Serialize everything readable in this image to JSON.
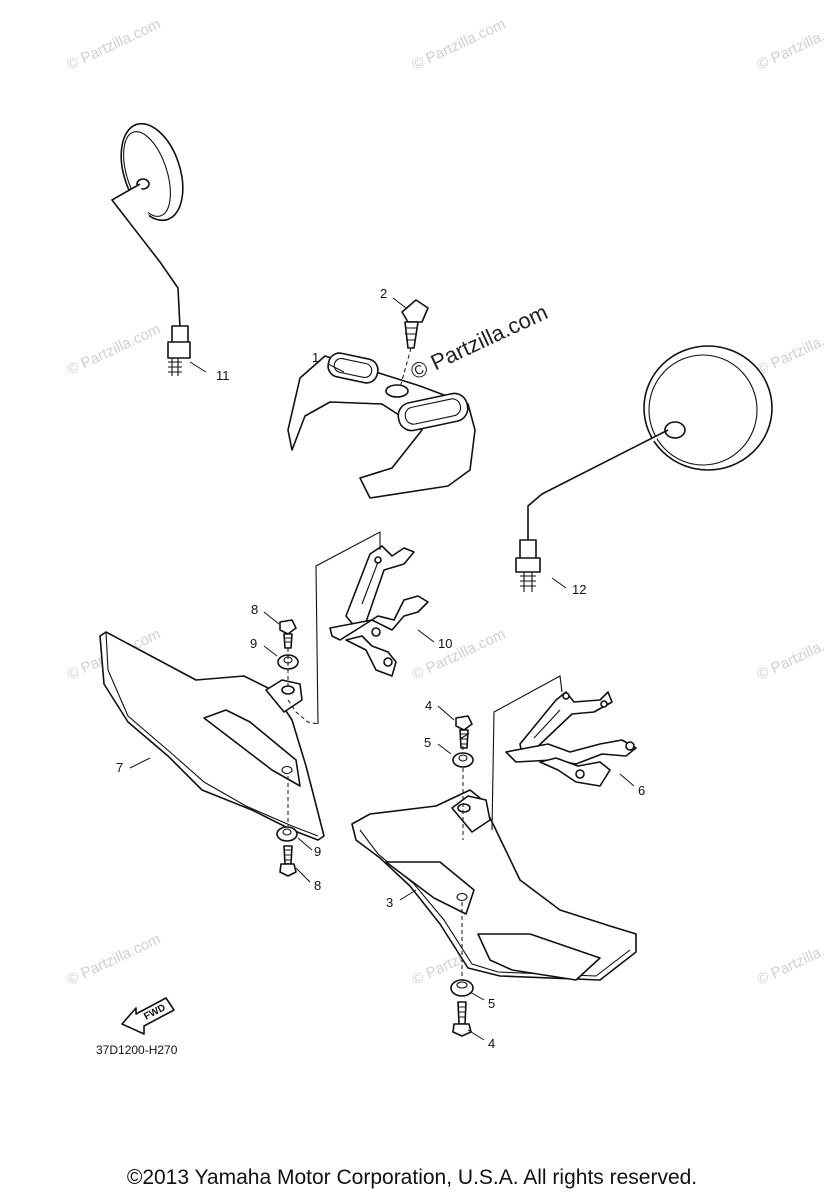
{
  "watermark": {
    "text": "© Partzilla.com",
    "main_text": "© Partzilla.com"
  },
  "callouts": [
    "1",
    "2",
    "3",
    "4",
    "5",
    "6",
    "7",
    "8",
    "9",
    "10",
    "11",
    "12"
  ],
  "repeat_callouts": {
    "four": "4",
    "five": "5",
    "eight": "8",
    "nine": "9"
  },
  "fwd_label": "FWD",
  "diagram_code": "37D1200-H270",
  "copyright": "©2013  Yamaha Motor Corporation, U.S.A. All rights reserved."
}
